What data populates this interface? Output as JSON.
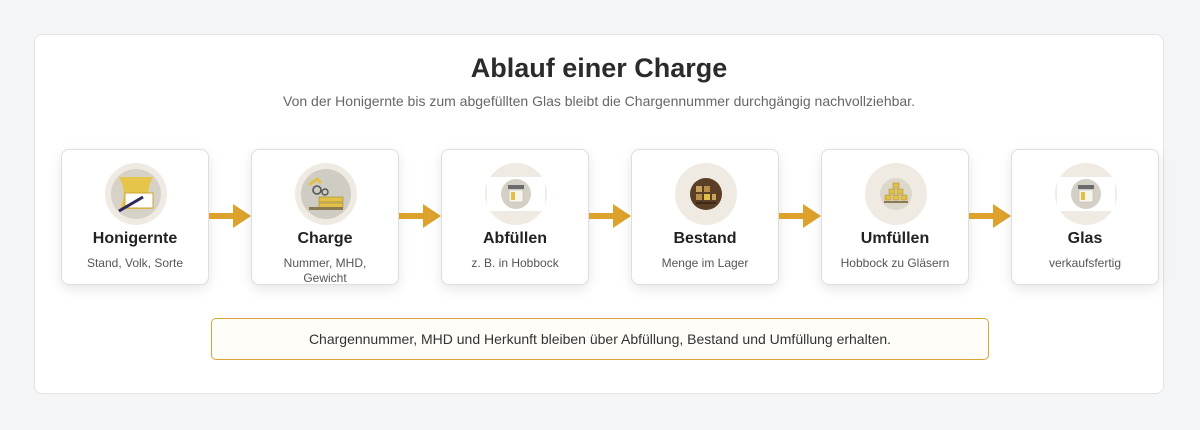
{
  "header": {
    "title": "Ablauf einer Charge",
    "subtitle": "Von der Honigernte bis zum abgefüllten Glas bleibt die Chargennummer durchgängig nachvollziehbar."
  },
  "steps": [
    {
      "title": "Honigernte",
      "subtitle": "Stand, Volk, Sorte",
      "icon": "honey-harvest-icon"
    },
    {
      "title": "Charge",
      "subtitle": "Nummer, MHD, Gewicht",
      "icon": "batch-icon"
    },
    {
      "title": "Abfüllen",
      "subtitle": "z. B. in Hobbock",
      "icon": "hobbock-icon"
    },
    {
      "title": "Bestand",
      "subtitle": "Menge im Lager",
      "icon": "warehouse-shelf-icon"
    },
    {
      "title": "Umfüllen",
      "subtitle": "Hobbock zu Gläsern",
      "icon": "jars-stack-icon"
    },
    {
      "title": "Glas",
      "subtitle": "verkaufsfertig",
      "icon": "honey-jar-icon"
    }
  ],
  "note": "Chargennummer, MHD und Herkunft bleiben über Abfüllung, Bestand und Umfüllung erhalten.",
  "colors": {
    "accent": "#dca22c",
    "icon_bg": "#efebe2",
    "gold": "#e2c048",
    "note_border": "#d9a536"
  }
}
